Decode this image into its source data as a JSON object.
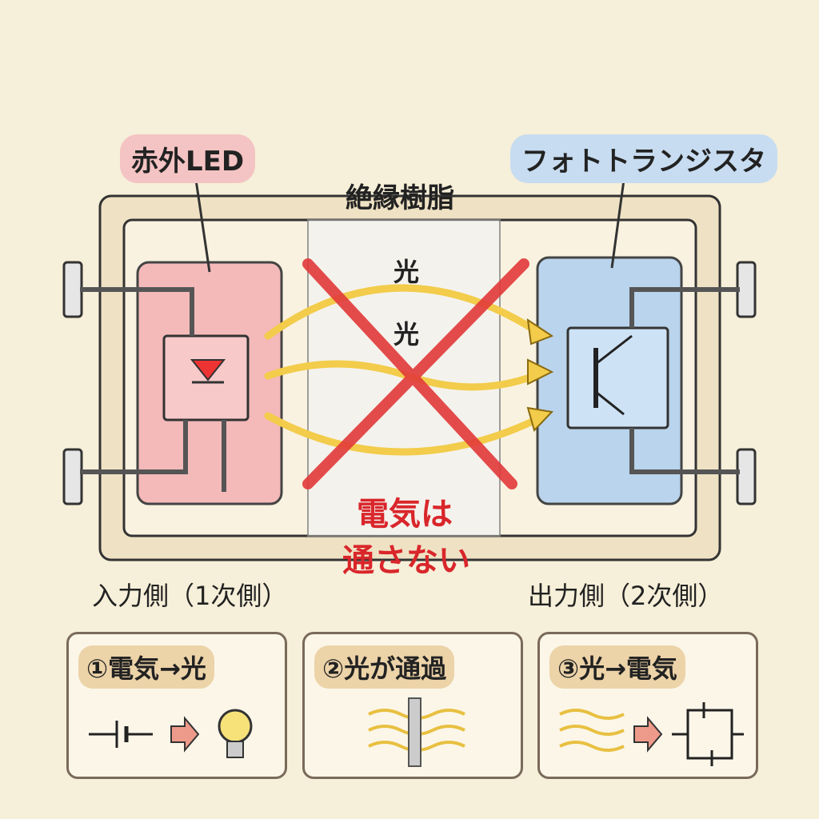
{
  "labels": {
    "led": "赤外LED",
    "phototransistor": "フォトトランジスタ",
    "insulation": "絶縁樹脂",
    "light_1": "光",
    "light_2": "光",
    "no_electricity_line1": "電気は",
    "no_electricity_line2": "通さない",
    "input_side": "入力側（1次側）",
    "output_side": "出力側（2次側）"
  },
  "steps": [
    {
      "title": "①電気→光"
    },
    {
      "title": "②光が通過"
    },
    {
      "title": "③光→電気"
    }
  ],
  "colors": {
    "background": "#f6efd9",
    "led_pink": "#f4b9b9",
    "phototransistor_blue": "#b9d4ec",
    "cross_red": "#e23a3a",
    "light_yellow": "#f2cc4a",
    "warning_text": "#d9262b"
  }
}
